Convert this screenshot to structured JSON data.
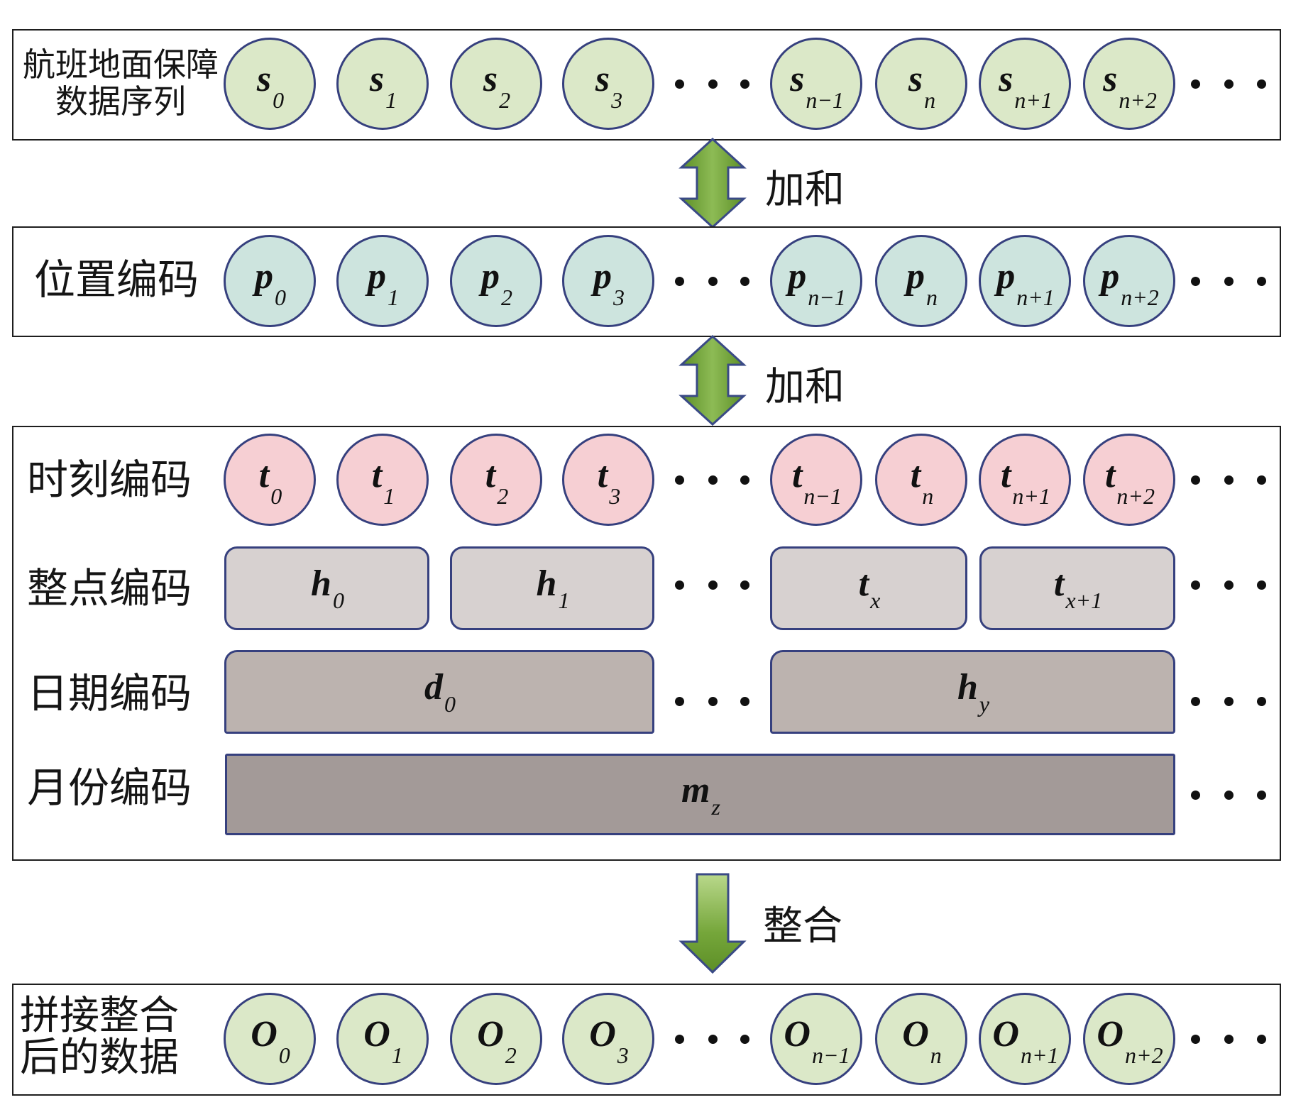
{
  "rows": {
    "sequence": {
      "label_line1": "航班地面保障",
      "label_line2": "数据序列",
      "symbol": "s",
      "subscripts_left": [
        "0",
        "1",
        "2",
        "3"
      ],
      "subscripts_right": [
        "n−1",
        "n",
        "n+1",
        "n+2"
      ]
    },
    "position": {
      "label": "位置编码",
      "symbol": "p",
      "subscripts_left": [
        "0",
        "1",
        "2",
        "3"
      ],
      "subscripts_right": [
        "n−1",
        "n",
        "n+1",
        "n+2"
      ]
    },
    "moment": {
      "label": "时刻编码",
      "symbol": "t",
      "subscripts_left": [
        "0",
        "1",
        "2",
        "3"
      ],
      "subscripts_right": [
        "n−1",
        "n",
        "n+1",
        "n+2"
      ]
    },
    "hour": {
      "label": "整点编码",
      "blocks": [
        {
          "symbol": "h",
          "sub": "0"
        },
        {
          "symbol": "h",
          "sub": "1"
        },
        {
          "symbol": "t",
          "sub": "x"
        },
        {
          "symbol": "t",
          "sub": "x+1"
        }
      ]
    },
    "date": {
      "label": "日期编码",
      "blocks": [
        {
          "symbol": "d",
          "sub": "0"
        },
        {
          "symbol": "h",
          "sub": "y"
        }
      ]
    },
    "month": {
      "label": "月份编码",
      "blocks": [
        {
          "symbol": "m",
          "sub": "z"
        }
      ]
    },
    "output": {
      "label_line1": "拼接整合",
      "label_line2": "后的数据",
      "symbol": "O",
      "subscripts_left": [
        "0",
        "1",
        "2",
        "3"
      ],
      "subscripts_right": [
        "n−1",
        "n",
        "n+1",
        "n+2"
      ]
    }
  },
  "arrows": {
    "add1": "加和",
    "add2": "加和",
    "merge": "整合"
  },
  "colors": {
    "sequence_fill": "#dbe8c8",
    "position_fill": "#cde4de",
    "moment_fill": "#f6cfd3",
    "hour_fill": "#d7d1d0",
    "date_fill": "#bcb3af",
    "month_fill": "#a39a98",
    "output_fill": "#dbe8c8",
    "node_border": "#36407e",
    "arrow_green": "#6f9e35"
  }
}
